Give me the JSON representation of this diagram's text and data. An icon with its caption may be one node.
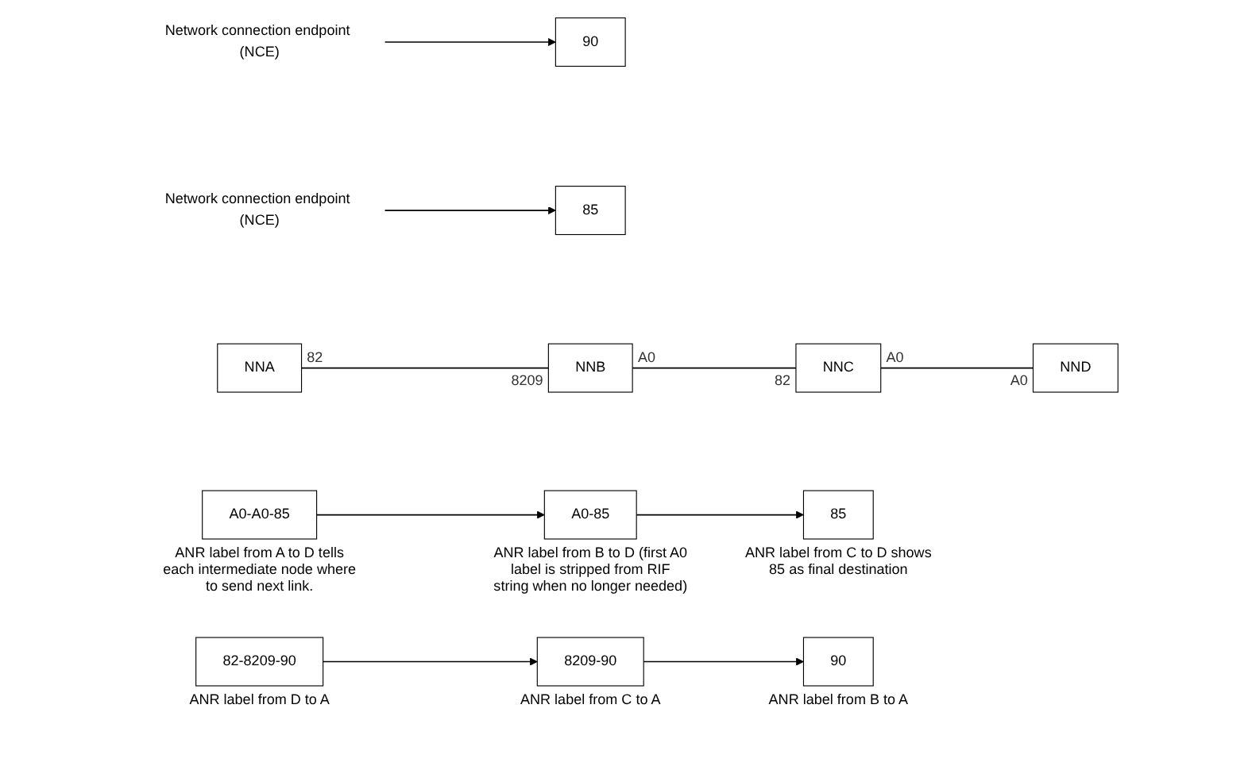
{
  "diagram": {
    "nodes": [
      {
        "text": [
          "Network connection endpoint (NCE)"
        ]
      },
      {
        "text": [
          "Network connection endpoint (NCE)"
        ]
      },
      {
        "text": [
          "90"
        ]
      },
      {
        "text": [
          "85"
        ]
      },
      {
        "text": [
          "NNA"
        ],
        "beside": [
          "82"
        ]
      },
      {
        "text": [
          "NNB"
        ],
        "beside": [
          "8209",
          "A0"
        ]
      },
      {
        "text": [
          "NNC"
        ],
        "beside": [
          "82",
          "A0"
        ]
      },
      {
        "text": [
          "NND"
        ],
        "beside": [
          "A0"
        ]
      },
      {
        "text": [
          "A0-A0-85"
        ],
        "beside": [
          "ANR label from A to D tells each intermediate node where to send next link."
        ]
      },
      {
        "text": [
          "A0-85"
        ],
        "beside": [
          "ANR label from B to D (first A0 label is stripped from RIF string when no longer needed)"
        ]
      },
      {
        "text": [
          "85"
        ],
        "beside": [
          "ANR label from C to D shows 85 as final destination"
        ]
      },
      {
        "text": [
          "90"
        ],
        "beside": [
          "ANR label from B to A"
        ]
      },
      {
        "text": [
          "8209-90"
        ],
        "beside": [
          "ANR label from C to A"
        ]
      },
      {
        "text": [
          "82-8209-90"
        ],
        "beside": [
          "ANR label from D to A"
        ]
      }
    ],
    "edges": [
      {
        "from": 0,
        "to": 2,
        "arrow": "to"
      },
      {
        "from": 1,
        "to": 3,
        "arrow": "to"
      },
      {
        "from": 4,
        "to": 5,
        "arrow": "none"
      },
      {
        "from": 5,
        "to": 6,
        "arrow": "none"
      },
      {
        "from": 6,
        "to": 7,
        "arrow": "none"
      },
      {
        "from": 8,
        "to": 9,
        "arrow": "to"
      },
      {
        "from": 9,
        "to": 10,
        "arrow": "to"
      },
      {
        "from": 12,
        "to": 11,
        "arrow": "to"
      },
      {
        "from": 13,
        "to": 12,
        "arrow": "to"
      }
    ]
  }
}
